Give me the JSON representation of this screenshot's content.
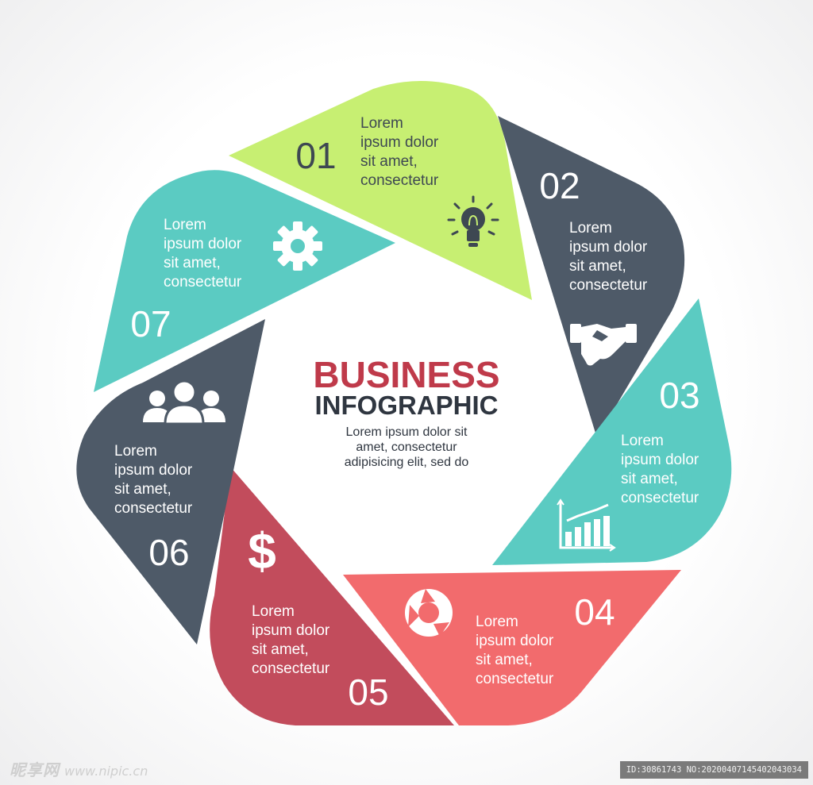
{
  "title": {
    "line1": "BUSINESS",
    "line2": "INFOGRAPHIC",
    "description": [
      "Lorem ipsum dolor sit",
      "amet, consectetur",
      "adipisicing elit, sed do"
    ]
  },
  "colors": {
    "seg01": "#c7ef72",
    "seg02": "#4e5a68",
    "seg03": "#5bcbc2",
    "seg04": "#f26b6d",
    "seg05": "#c24c5c",
    "seg06": "#4e5a68",
    "seg07": "#5bcbc2",
    "title_red": "#bf3a4a",
    "title_dark": "#2f3640",
    "text_dark": "#3e4852",
    "text_light": "#ffffff"
  },
  "segments": [
    {
      "number": "01",
      "text": [
        "Lorem",
        "ipsum dolor",
        "sit amet,",
        "consectetur"
      ],
      "icon": "lightbulb-icon"
    },
    {
      "number": "02",
      "text": [
        "Lorem",
        "ipsum dolor",
        "sit amet,",
        "consectetur"
      ],
      "icon": "handshake-icon"
    },
    {
      "number": "03",
      "text": [
        "Lorem",
        "ipsum dolor",
        "sit amet,",
        "consectetur"
      ],
      "icon": "bar-chart-icon"
    },
    {
      "number": "04",
      "text": [
        "Lorem",
        "ipsum dolor",
        "sit amet,",
        "consectetur"
      ],
      "icon": "cycle-arrows-icon"
    },
    {
      "number": "05",
      "text": [
        "Lorem",
        "ipsum dolor",
        "sit amet,",
        "consectetur"
      ],
      "icon": "dollar-icon"
    },
    {
      "number": "06",
      "text": [
        "Lorem",
        "ipsum dolor",
        "sit amet,",
        "consectetur"
      ],
      "icon": "people-icon"
    },
    {
      "number": "07",
      "text": [
        "Lorem",
        "ipsum dolor",
        "sit amet,",
        "consectetur"
      ],
      "icon": "gear-icon"
    }
  ],
  "watermark": {
    "left": "昵享网",
    "left_url": "www.nipic.cn",
    "right": "ID:30861743 NO:20200407145402043034"
  }
}
